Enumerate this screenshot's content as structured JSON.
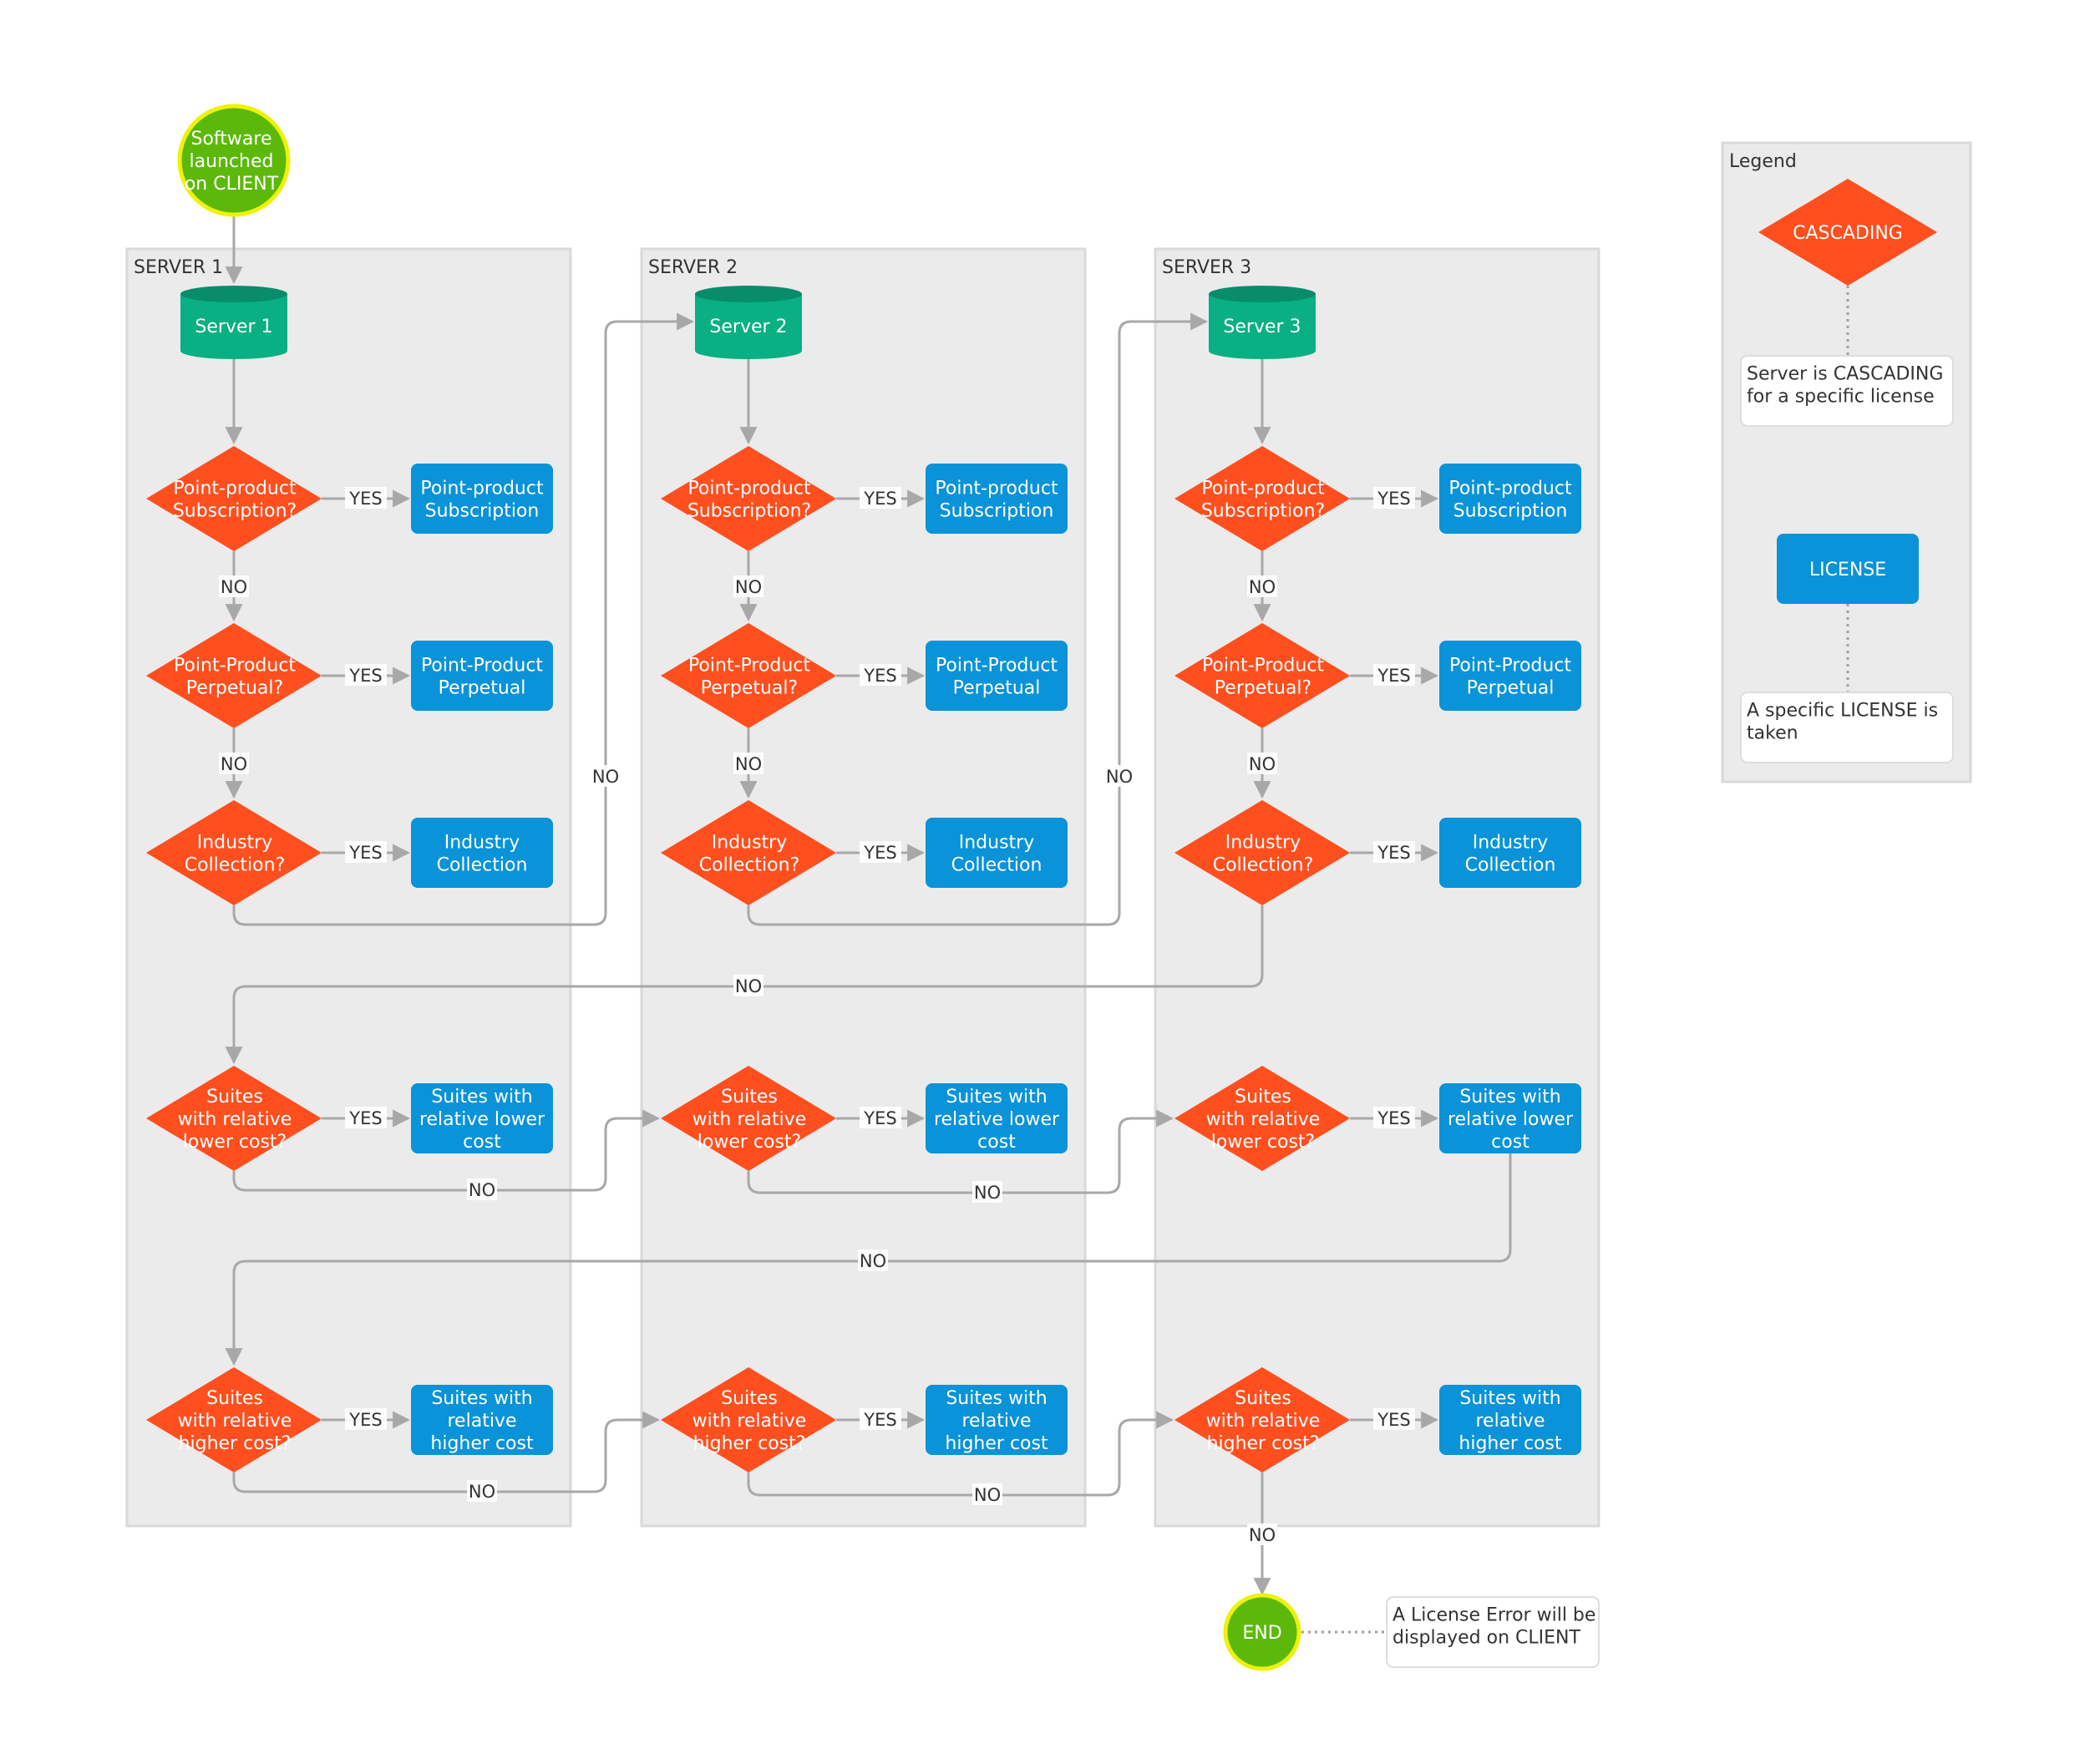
{
  "start": {
    "lines": [
      "Software",
      "launched",
      "on CLIENT"
    ]
  },
  "servers": [
    {
      "lane_label": "SERVER 1",
      "db_label": "Server 1",
      "decisions": [
        [
          "Point-product",
          "Subscription?"
        ],
        [
          "Point-Product",
          "Perpetual?"
        ],
        [
          "Industry",
          "Collection?"
        ],
        [
          "Suites",
          "with relative",
          "lower cost?"
        ],
        [
          "Suites",
          "with relative",
          "higher cost?"
        ]
      ],
      "licenses": [
        [
          "Point-product",
          "Subscription"
        ],
        [
          "Point-Product",
          "Perpetual"
        ],
        [
          "Industry",
          "Collection"
        ],
        [
          "Suites with",
          "relative lower",
          "cost"
        ],
        [
          "Suites with",
          "relative",
          "higher cost"
        ]
      ]
    },
    {
      "lane_label": "SERVER 2",
      "db_label": "Server 2",
      "decisions": [
        [
          "Point-product",
          "Subscription?"
        ],
        [
          "Point-Product",
          "Perpetual?"
        ],
        [
          "Industry",
          "Collection?"
        ],
        [
          "Suites",
          "with relative",
          "lower cost?"
        ],
        [
          "Suites",
          "with relative",
          "higher cost?"
        ]
      ],
      "licenses": [
        [
          "Point-product",
          "Subscription"
        ],
        [
          "Point-Product",
          "Perpetual"
        ],
        [
          "Industry",
          "Collection"
        ],
        [
          "Suites with",
          "relative lower",
          "cost"
        ],
        [
          "Suites with",
          "relative",
          "higher cost"
        ]
      ]
    },
    {
      "lane_label": "SERVER 3",
      "db_label": "Server 3",
      "decisions": [
        [
          "Point-product",
          "Subscription?"
        ],
        [
          "Point-Product",
          "Perpetual?"
        ],
        [
          "Industry",
          "Collection?"
        ],
        [
          "Suites",
          "with relative",
          "lower cost?"
        ],
        [
          "Suites",
          "with relative",
          "higher cost?"
        ]
      ],
      "licenses": [
        [
          "Point-product",
          "Subscription"
        ],
        [
          "Point-Product",
          "Perpetual"
        ],
        [
          "Industry",
          "Collection"
        ],
        [
          "Suites with",
          "relative lower",
          "cost"
        ],
        [
          "Suites with",
          "relative",
          "higher cost"
        ]
      ]
    }
  ],
  "edge_labels": {
    "yes": "YES",
    "no": "NO"
  },
  "end": {
    "label": "END",
    "note": [
      "A License Error will be",
      "displayed on CLIENT"
    ]
  },
  "legend": {
    "title": "Legend",
    "cascading_label": "CASCADING",
    "cascading_note": [
      "Server is CASCADING",
      "for a specific license"
    ],
    "license_label": "LICENSE",
    "license_note": [
      "A specific LICENSE is",
      "taken"
    ]
  },
  "colors": {
    "decision": "#ff4f1f",
    "license": "#0a93d8",
    "database": "#0aaf84",
    "database_top": "#078d6a",
    "terminal": "#5cb90b",
    "terminal_ring": "#eef20a",
    "lane_fill": "#ebebeb",
    "lane_stroke": "#d9d9d9",
    "connector": "#a8a8a8"
  }
}
